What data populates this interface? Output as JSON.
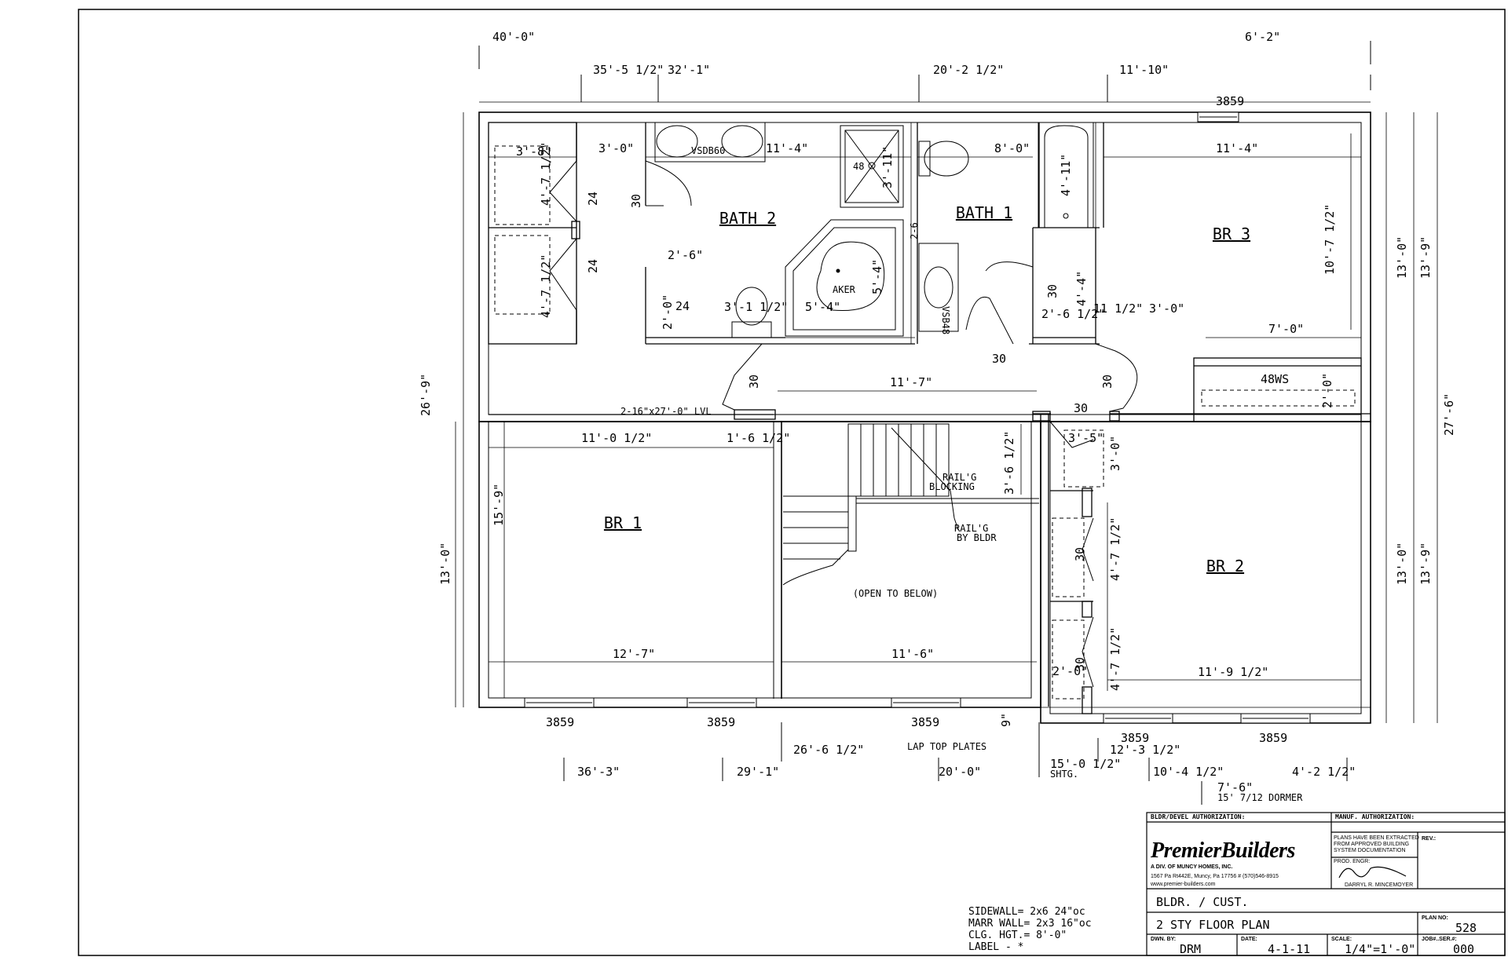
{
  "plan": {
    "rooms": {
      "bath2": "BATH 2",
      "bath1": "BATH 1",
      "br3": "BR 3",
      "br1": "BR 1",
      "br2": "BR 2"
    },
    "labels": {
      "open_to_below": "(OPEN TO BELOW)",
      "lvl": "2-16\"x27'-0\" LVL",
      "railg_blocking_1": "RAIL'G",
      "railg_blocking_2": "BLOCKING",
      "railg_bldr_1": "RAIL'G",
      "railg_bldr_2": "BY BLDR",
      "lap_top_plates": "LAP TOP PLATES",
      "dormer": "15' 7/12 DORMER",
      "shtg": "SHTG.",
      "vsdb60": "VSDB60",
      "vsb48": "VSB48",
      "aker": "AKER",
      "ws48": "48WS",
      "shower48": "48"
    },
    "dims_top": [
      "40'-0\"",
      "6'-2\"",
      "35'-5 1/2\"",
      "32'-1\"",
      "20'-2 1/2\"",
      "11'-10\"",
      "3859"
    ],
    "dims_bottom": [
      "3859",
      "3859",
      "3859",
      "3859",
      "3859",
      "26'-6 1/2\"",
      "12'-3 1/2\"",
      "36'-3\"",
      "29'-1\"",
      "20'-0\"",
      "15'-0 1/2\"",
      "10'-4 1/2\"",
      "4'-2 1/2\"",
      "7'-6\"",
      "9\""
    ],
    "dims_left": [
      "26'-9\"",
      "13'-0\"",
      "15'-9\""
    ],
    "dims_right": [
      "13'-0\"",
      "13'-9\"",
      "27'-6\"",
      "13'-0\"",
      "13'-9\""
    ],
    "dims_interior": [
      "3'-8\"",
      "3'-0\"",
      "11'-4\"",
      "8'-0\"",
      "11'-4\"",
      "4'-7 1/2\"",
      "4'-7 1/2\"",
      "24",
      "24",
      "30",
      "2'-6\"",
      "2'-0\"",
      "24",
      "3'-1 1/2\"",
      "5'-4\"",
      "5'-4\"",
      "3'-11\"",
      "2-6",
      "4'-11\"",
      "4'-4\"",
      "30",
      "2'-6 1/2\"",
      "11 1/2\"",
      "3'-0\"",
      "10'-7 1/2\"",
      "7'-0\"",
      "2'-0\"",
      "30",
      "30",
      "30",
      "30",
      "11'-7\"",
      "11'-0 1/2\"",
      "1'-6 1/2\"",
      "3'-6 1/2\"",
      "3'-5\"",
      "3'-0\"",
      "30",
      "4'-7 1/2\"",
      "4'-7 1/2\"",
      "30",
      "2'-0\"",
      "12'-7\"",
      "11'-6\"",
      "11'-9 1/2\""
    ]
  },
  "title_block": {
    "bldr_auth_label": "BLDR/DEVEL AUTHORIZATION:",
    "manuf_auth_label": "MANUF. AUTHORIZATION:",
    "brand": "PremierBuilders",
    "brand_sub": "A DIV. OF MUNCY HOMES, INC.",
    "address": "1567 Pa Rt442E, Muncy, Pa 17756 # (570)546-8915",
    "website": "www.premier-builders.com",
    "extract_note_1": "PLANS HAVE BEEN EXTRACTED",
    "extract_note_2": "FROM APPROVED BUILDING",
    "extract_note_3": "SYSTEM DOCUMENTATION",
    "prod_engr_label": "PROD. ENGR:",
    "engr_name": "DARRYL R. MINCEMOYER",
    "rev_label": "REV.:",
    "bldr_cust": "BLDR. / CUST.",
    "plan_title": "2 STY FLOOR PLAN",
    "plan_no_label": "PLAN NO:",
    "plan_no": "528",
    "dwn_by_label": "DWN. BY:",
    "dwn_by": "DRM",
    "date_label": "DATE:",
    "date": "4-1-11",
    "scale_label": "SCALE:",
    "scale": "1/4\"=1'-0\"",
    "job_label": "JOB#..SER.#:",
    "job": "000"
  },
  "notes": {
    "sidewall": "SIDEWALL=  2x6 24\"oc",
    "marr_wall": "MARR WALL= 2x3 16\"oc",
    "clg_hgt": "CLG. HGT.=  8'-0\"",
    "label": "LABEL - *"
  }
}
